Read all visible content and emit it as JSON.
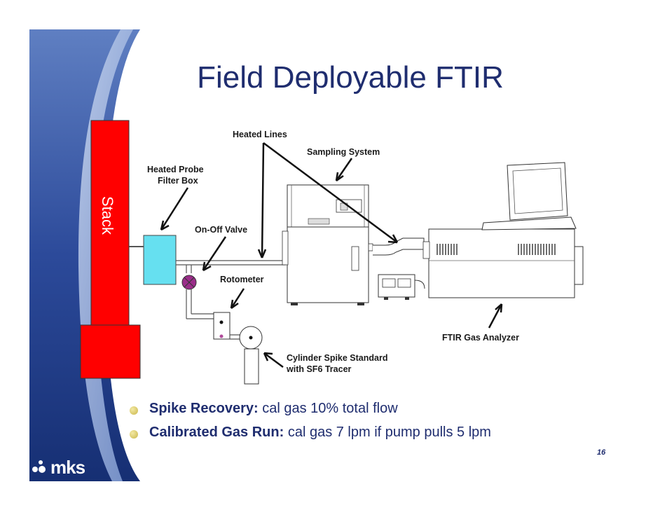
{
  "title": "Field Deployable FTIR",
  "labels": {
    "stack": "Stack",
    "heated_lines": "Heated Lines",
    "sampling_system": "Sampling System",
    "heated_probe_line1": "Heated Probe",
    "heated_probe_line2": "Filter Box",
    "on_off_valve": "On-Off Valve",
    "rotometer": "Rotometer",
    "ftir_gas_analyzer": "FTIR Gas Analyzer",
    "cylinder_line1": "Cylinder Spike Standard",
    "cylinder_line2": "with SF6 Tracer"
  },
  "bullets": [
    {
      "bold": "Spike Recovery:",
      "text": " cal gas 10% total flow"
    },
    {
      "bold": "Calibrated Gas Run:",
      "text": " cal gas 7 lpm if pump pulls 5 lpm"
    }
  ],
  "page_number": "16",
  "logo_text": "mks",
  "colors": {
    "title": "#1f2d6f",
    "stack": "#ff0000",
    "filter_box": "#66e0f0",
    "valve": "#9b2d8a",
    "bullet_text": "#1f2d6f",
    "frame_blue": "#1f3f8c"
  }
}
